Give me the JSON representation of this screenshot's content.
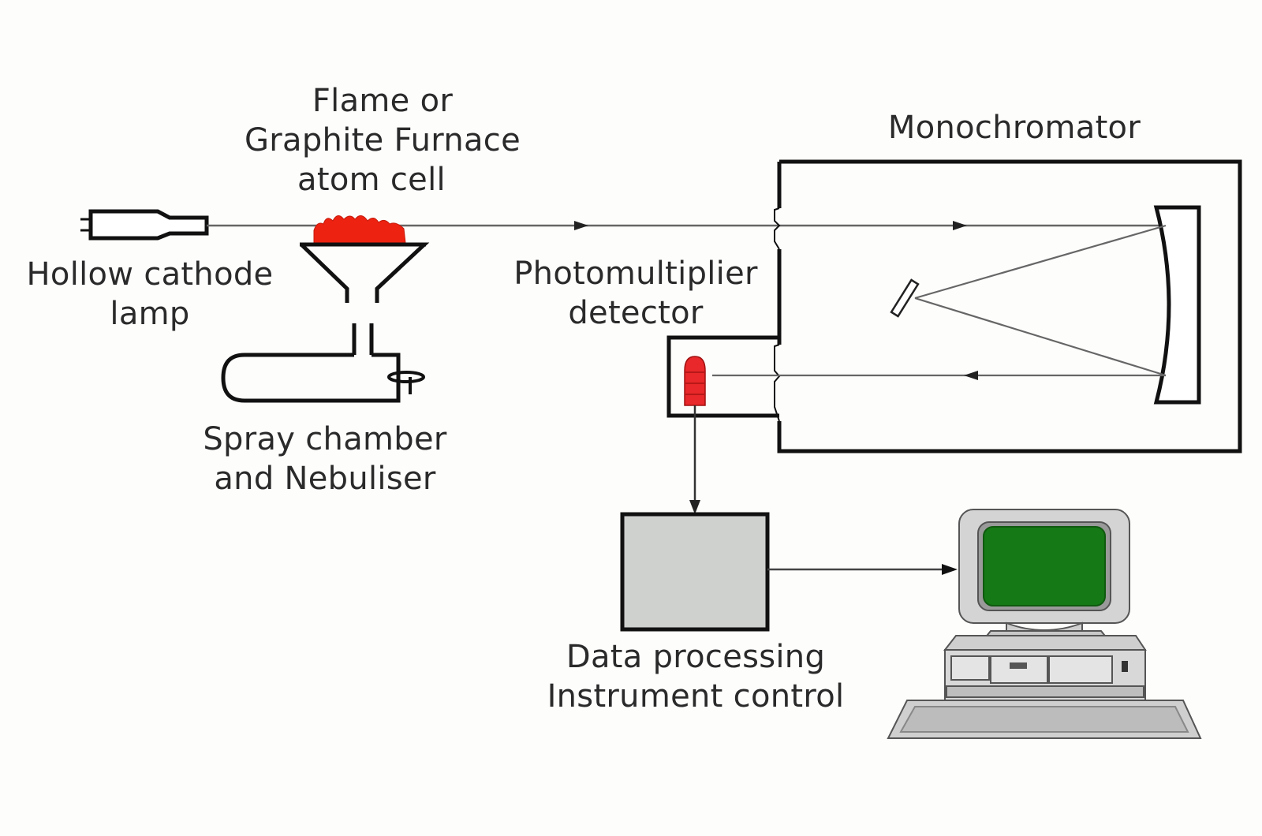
{
  "title": "Atomic Absorption Spectrometer schematic",
  "labels": {
    "flame_line1": "Flame or",
    "flame_line2": "Graphite Furnace",
    "flame_line3": "atom cell",
    "monochromator": "Monochromator",
    "lamp_line1": "Hollow cathode",
    "lamp_line2": "lamp",
    "pmt_line1": "Photomultiplier",
    "pmt_line2": "detector",
    "spray_line1": "Spray chamber",
    "spray_line2": "and Nebuliser",
    "data_line1": "Data processing",
    "data_line2": "Instrument control"
  },
  "colors": {
    "flame": "#ee2211",
    "detector": "#e8282a",
    "screen": "#157a15",
    "data_box": "#cfd1cf",
    "computer_body": "#d4d4d4"
  }
}
